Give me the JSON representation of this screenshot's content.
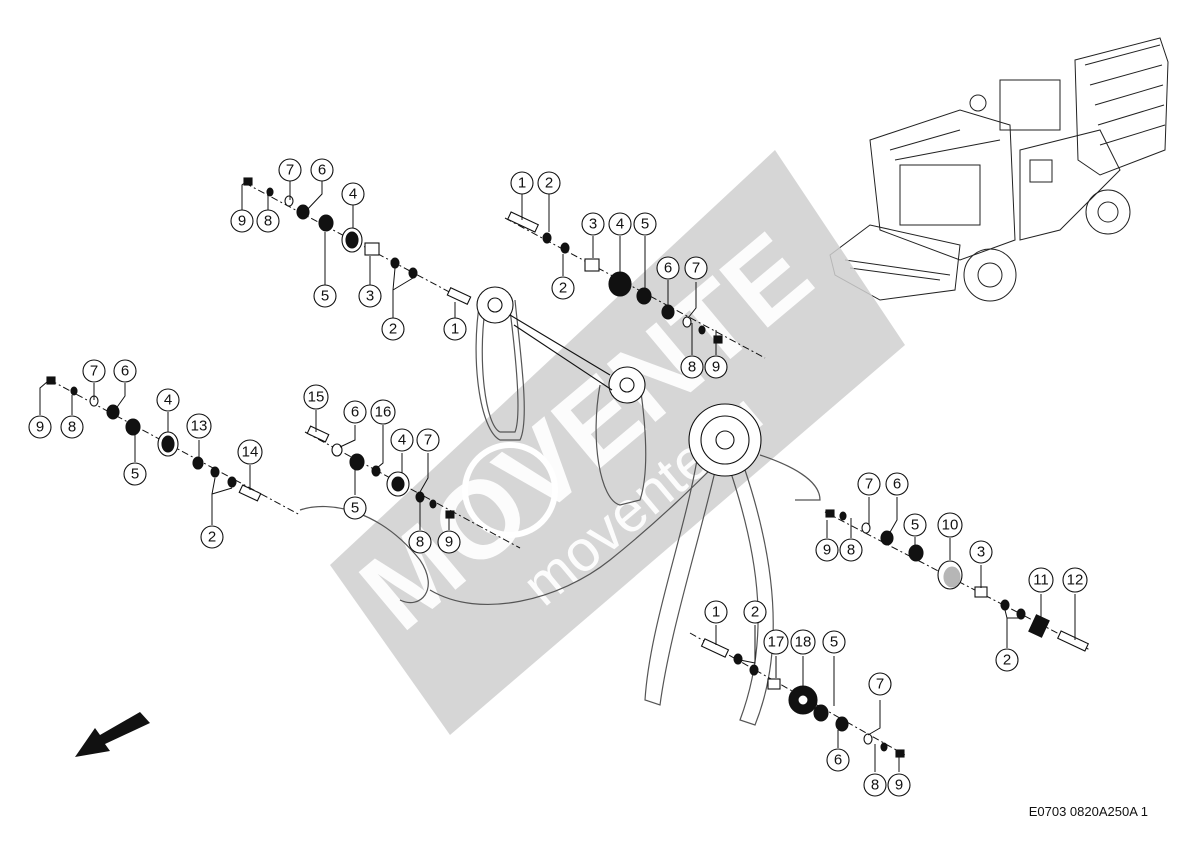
{
  "watermark": {
    "brand": "MOVENTE",
    "site": "movente.ru"
  },
  "drawing_code": "E0703 0820A250A 1",
  "callouts": [
    {
      "n": "9"
    },
    {
      "n": "8"
    },
    {
      "n": "7"
    },
    {
      "n": "6"
    },
    {
      "n": "4"
    },
    {
      "n": "5"
    },
    {
      "n": "3"
    },
    {
      "n": "2"
    },
    {
      "n": "1"
    },
    {
      "n": "1"
    },
    {
      "n": "2"
    },
    {
      "n": "2"
    },
    {
      "n": "3"
    },
    {
      "n": "4"
    },
    {
      "n": "5"
    },
    {
      "n": "6"
    },
    {
      "n": "7"
    },
    {
      "n": "8"
    },
    {
      "n": "9"
    },
    {
      "n": "9"
    },
    {
      "n": "8"
    },
    {
      "n": "7"
    },
    {
      "n": "6"
    },
    {
      "n": "4"
    },
    {
      "n": "5"
    },
    {
      "n": "13"
    },
    {
      "n": "2"
    },
    {
      "n": "14"
    },
    {
      "n": "15"
    },
    {
      "n": "6"
    },
    {
      "n": "16"
    },
    {
      "n": "4"
    },
    {
      "n": "7"
    },
    {
      "n": "5"
    },
    {
      "n": "8"
    },
    {
      "n": "9"
    },
    {
      "n": "7"
    },
    {
      "n": "6"
    },
    {
      "n": "9"
    },
    {
      "n": "8"
    },
    {
      "n": "5"
    },
    {
      "n": "10"
    },
    {
      "n": "3"
    },
    {
      "n": "11"
    },
    {
      "n": "12"
    },
    {
      "n": "2"
    },
    {
      "n": "1"
    },
    {
      "n": "2"
    },
    {
      "n": "17"
    },
    {
      "n": "18"
    },
    {
      "n": "5"
    },
    {
      "n": "7"
    },
    {
      "n": "6"
    },
    {
      "n": "8"
    },
    {
      "n": "9"
    }
  ]
}
